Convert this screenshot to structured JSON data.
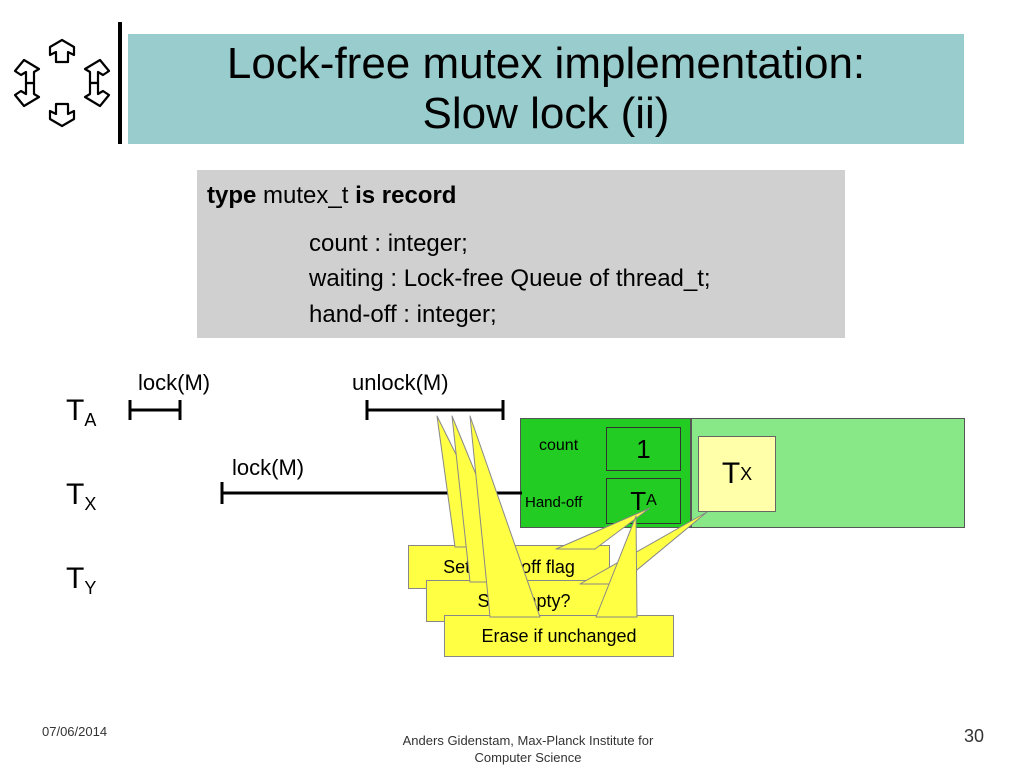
{
  "slide": {
    "title_line1": "Lock-free mutex implementation:",
    "title_line2": "Slow lock (ii)"
  },
  "code": {
    "kw_type": "type",
    "type_name": "mutex_t",
    "kw_is_record": "is record",
    "fields": [
      "count : integer;",
      "waiting : Lock-free Queue of thread_t;",
      "hand-off : integer;"
    ]
  },
  "timeline": {
    "threads": [
      {
        "base": "T",
        "sub": "A"
      },
      {
        "base": "T",
        "sub": "X"
      },
      {
        "base": "T",
        "sub": "Y"
      }
    ],
    "ta_lock": "lock(M)",
    "ta_unlock": "unlock(M)",
    "tx_lock": "lock(M)"
  },
  "mutex_state": {
    "count_label": "count",
    "count_value": "1",
    "handoff_label": "Hand-off",
    "handoff_value_base": "T",
    "handoff_value_sub": "A",
    "queue_item_base": "T",
    "queue_item_sub": "X"
  },
  "callouts": {
    "set_handoff": "Set hand-off flag",
    "still_empty": "Still empty?",
    "erase": "Erase if unchanged"
  },
  "footer": {
    "date": "07/06/2014",
    "author_line1": "Anders Gidenstam, Max-Planck Institute for",
    "author_line2": "Computer Science",
    "page": "30"
  },
  "colors": {
    "title_bg": "#99cccc",
    "code_bg": "#d0d0d0",
    "green_dark": "#22cc22",
    "green_light": "#88e888",
    "callout_yellow": "#ffff44"
  }
}
